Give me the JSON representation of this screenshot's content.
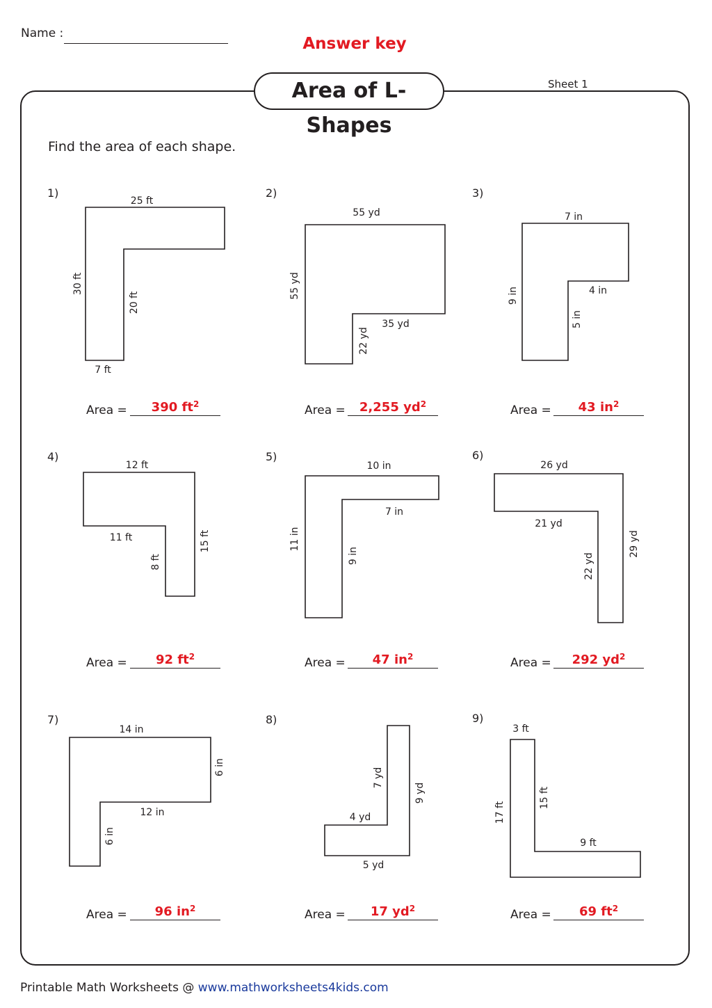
{
  "header": {
    "name_label": "Name :",
    "answer_key": "Answer key",
    "title": "Area of L-Shapes",
    "sheet": "Sheet 1"
  },
  "instructions": "Find the area of each shape.",
  "area_label": "Area =",
  "problems": [
    {
      "num": "1)",
      "labels": [
        "25 ft",
        "30 ft",
        "20 ft",
        "7 ft"
      ],
      "answer": "390 ft",
      "unit_exp": "2"
    },
    {
      "num": "2)",
      "labels": [
        "55 yd",
        "55 yd",
        "35 yd",
        "22 yd"
      ],
      "answer": "2,255 yd",
      "unit_exp": "2"
    },
    {
      "num": "3)",
      "labels": [
        "7 in",
        "9 in",
        "4 in",
        "5 in"
      ],
      "answer": "43 in",
      "unit_exp": "2"
    },
    {
      "num": "4)",
      "labels": [
        "12 ft",
        "11 ft",
        "8 ft",
        "15 ft"
      ],
      "answer": "92 ft",
      "unit_exp": "2"
    },
    {
      "num": "5)",
      "labels": [
        "10 in",
        "7 in",
        "11 in",
        "9 in"
      ],
      "answer": "47 in",
      "unit_exp": "2"
    },
    {
      "num": "6)",
      "labels": [
        "26 yd",
        "21 yd",
        "22 yd",
        "29 yd"
      ],
      "answer": "292 yd",
      "unit_exp": "2"
    },
    {
      "num": "7)",
      "labels": [
        "14 in",
        "6 in",
        "12 in",
        "6 in"
      ],
      "answer": "96 in",
      "unit_exp": "2"
    },
    {
      "num": "8)",
      "labels": [
        "7 yd",
        "9 yd",
        "4 yd",
        "5 yd"
      ],
      "answer": "17 yd",
      "unit_exp": "2"
    },
    {
      "num": "9)",
      "labels": [
        "3 ft",
        "17 ft",
        "15 ft",
        "9 ft"
      ],
      "answer": "69 ft",
      "unit_exp": "2"
    }
  ],
  "footer": {
    "prefix": "Printable Math Worksheets @ ",
    "url": "www.mathworksheets4kids.com"
  },
  "colors": {
    "answer": "#e21a22",
    "link": "#1a3a9c",
    "ink": "#231f20"
  }
}
